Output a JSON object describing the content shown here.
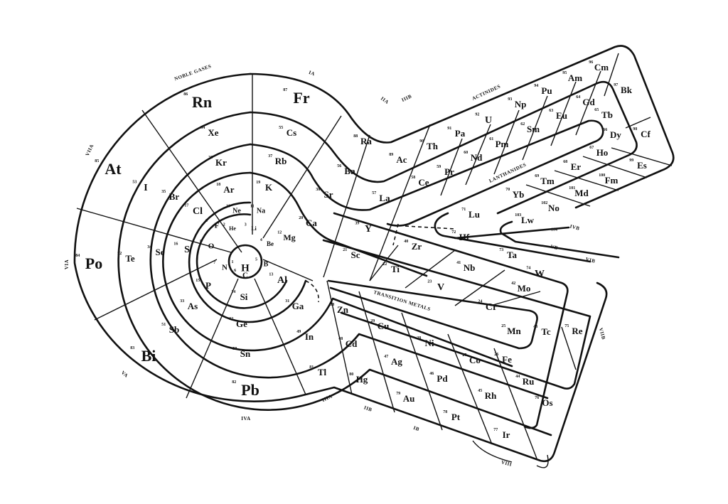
{
  "diagram": {
    "type": "spiral periodic table",
    "group_labels": {
      "noble_gases": "NOBLE GASES",
      "ia": "IA",
      "iia": "IIA",
      "iiib": "IIIB",
      "actinides": "ACTINIDES",
      "lanthanides": "LANTHANIDES",
      "ivb": "IVB",
      "vb": "VB",
      "vib": "VIB",
      "viib": "VIIB",
      "viii": "VIII",
      "ib": "IB",
      "iib": "IIB",
      "iiia": "IIIA",
      "iva": "IVA",
      "va": "VA",
      "via": "VIA",
      "viia": "VIIA",
      "transition_metals": "TRANSITION METALS"
    },
    "elements": [
      {
        "n": "1",
        "s": "H"
      },
      {
        "n": "2",
        "s": "He"
      },
      {
        "n": "3",
        "s": "Li"
      },
      {
        "n": "4",
        "s": "Be"
      },
      {
        "n": "5",
        "s": "B"
      },
      {
        "n": "6",
        "s": "C"
      },
      {
        "n": "7",
        "s": "N"
      },
      {
        "n": "8",
        "s": "O"
      },
      {
        "n": "9",
        "s": "F"
      },
      {
        "n": "10",
        "s": "Ne"
      },
      {
        "n": "11",
        "s": "Na"
      },
      {
        "n": "12",
        "s": "Mg"
      },
      {
        "n": "13",
        "s": "Al"
      },
      {
        "n": "14",
        "s": "Si"
      },
      {
        "n": "15",
        "s": "P"
      },
      {
        "n": "16",
        "s": "S"
      },
      {
        "n": "17",
        "s": "Cl"
      },
      {
        "n": "18",
        "s": "Ar"
      },
      {
        "n": "19",
        "s": "K"
      },
      {
        "n": "20",
        "s": "Ca"
      },
      {
        "n": "21",
        "s": "Sc"
      },
      {
        "n": "22",
        "s": "Ti"
      },
      {
        "n": "23",
        "s": "V"
      },
      {
        "n": "24",
        "s": "Cr"
      },
      {
        "n": "25",
        "s": "Mn"
      },
      {
        "n": "26",
        "s": "Fe"
      },
      {
        "n": "27",
        "s": "Co"
      },
      {
        "n": "28",
        "s": "Ni"
      },
      {
        "n": "29",
        "s": "Cu"
      },
      {
        "n": "30",
        "s": "Zn"
      },
      {
        "n": "31",
        "s": "Ga"
      },
      {
        "n": "32",
        "s": "Ge"
      },
      {
        "n": "33",
        "s": "As"
      },
      {
        "n": "34",
        "s": "Se"
      },
      {
        "n": "35",
        "s": "Br"
      },
      {
        "n": "36",
        "s": "Kr"
      },
      {
        "n": "37",
        "s": "Rb"
      },
      {
        "n": "38",
        "s": "Sr"
      },
      {
        "n": "39",
        "s": "Y"
      },
      {
        "n": "40",
        "s": "Zr"
      },
      {
        "n": "41",
        "s": "Nb"
      },
      {
        "n": "42",
        "s": "Mo"
      },
      {
        "n": "43",
        "s": "Tc"
      },
      {
        "n": "44",
        "s": "Ru"
      },
      {
        "n": "45",
        "s": "Rh"
      },
      {
        "n": "46",
        "s": "Pd"
      },
      {
        "n": "47",
        "s": "Ag"
      },
      {
        "n": "48",
        "s": "Cd"
      },
      {
        "n": "49",
        "s": "In"
      },
      {
        "n": "50",
        "s": "Sn"
      },
      {
        "n": "51",
        "s": "Sb"
      },
      {
        "n": "52",
        "s": "Te"
      },
      {
        "n": "53",
        "s": "I"
      },
      {
        "n": "54",
        "s": "Xe"
      },
      {
        "n": "55",
        "s": "Cs"
      },
      {
        "n": "56",
        "s": "Ba"
      },
      {
        "n": "57",
        "s": "La"
      },
      {
        "n": "58",
        "s": "Ce"
      },
      {
        "n": "59",
        "s": "Pr"
      },
      {
        "n": "60",
        "s": "Nd"
      },
      {
        "n": "61",
        "s": "Pm"
      },
      {
        "n": "62",
        "s": "Sm"
      },
      {
        "n": "63",
        "s": "Eu"
      },
      {
        "n": "64",
        "s": "Gd"
      },
      {
        "n": "65",
        "s": "Tb"
      },
      {
        "n": "66",
        "s": "Dy"
      },
      {
        "n": "67",
        "s": "Ho"
      },
      {
        "n": "68",
        "s": "Er"
      },
      {
        "n": "69",
        "s": "Tm"
      },
      {
        "n": "70",
        "s": "Yb"
      },
      {
        "n": "71",
        "s": "Lu"
      },
      {
        "n": "72",
        "s": "Hf"
      },
      {
        "n": "73",
        "s": "Ta"
      },
      {
        "n": "74",
        "s": "W"
      },
      {
        "n": "75",
        "s": "Re"
      },
      {
        "n": "76",
        "s": "Os"
      },
      {
        "n": "77",
        "s": "Ir"
      },
      {
        "n": "78",
        "s": "Pt"
      },
      {
        "n": "79",
        "s": "Au"
      },
      {
        "n": "80",
        "s": "Hg"
      },
      {
        "n": "81",
        "s": "Tl"
      },
      {
        "n": "82",
        "s": "Pb"
      },
      {
        "n": "83",
        "s": "Bi"
      },
      {
        "n": "84",
        "s": "Po"
      },
      {
        "n": "85",
        "s": "At"
      },
      {
        "n": "86",
        "s": "Rn"
      },
      {
        "n": "87",
        "s": "Fr"
      },
      {
        "n": "88",
        "s": "Ra"
      },
      {
        "n": "89",
        "s": "Ac"
      },
      {
        "n": "90",
        "s": "Th"
      },
      {
        "n": "91",
        "s": "Pa"
      },
      {
        "n": "92",
        "s": "U"
      },
      {
        "n": "93",
        "s": "Np"
      },
      {
        "n": "94",
        "s": "Pu"
      },
      {
        "n": "95",
        "s": "Am"
      },
      {
        "n": "96",
        "s": "Cm"
      },
      {
        "n": "97",
        "s": "Bk"
      },
      {
        "n": "98",
        "s": "Cf"
      },
      {
        "n": "99",
        "s": "Es"
      },
      {
        "n": "100",
        "s": "Fm"
      },
      {
        "n": "101",
        "s": "Md"
      },
      {
        "n": "102",
        "s": "No"
      },
      {
        "n": "103",
        "s": "Lw"
      },
      {
        "n": "104",
        "s": ""
      }
    ]
  }
}
